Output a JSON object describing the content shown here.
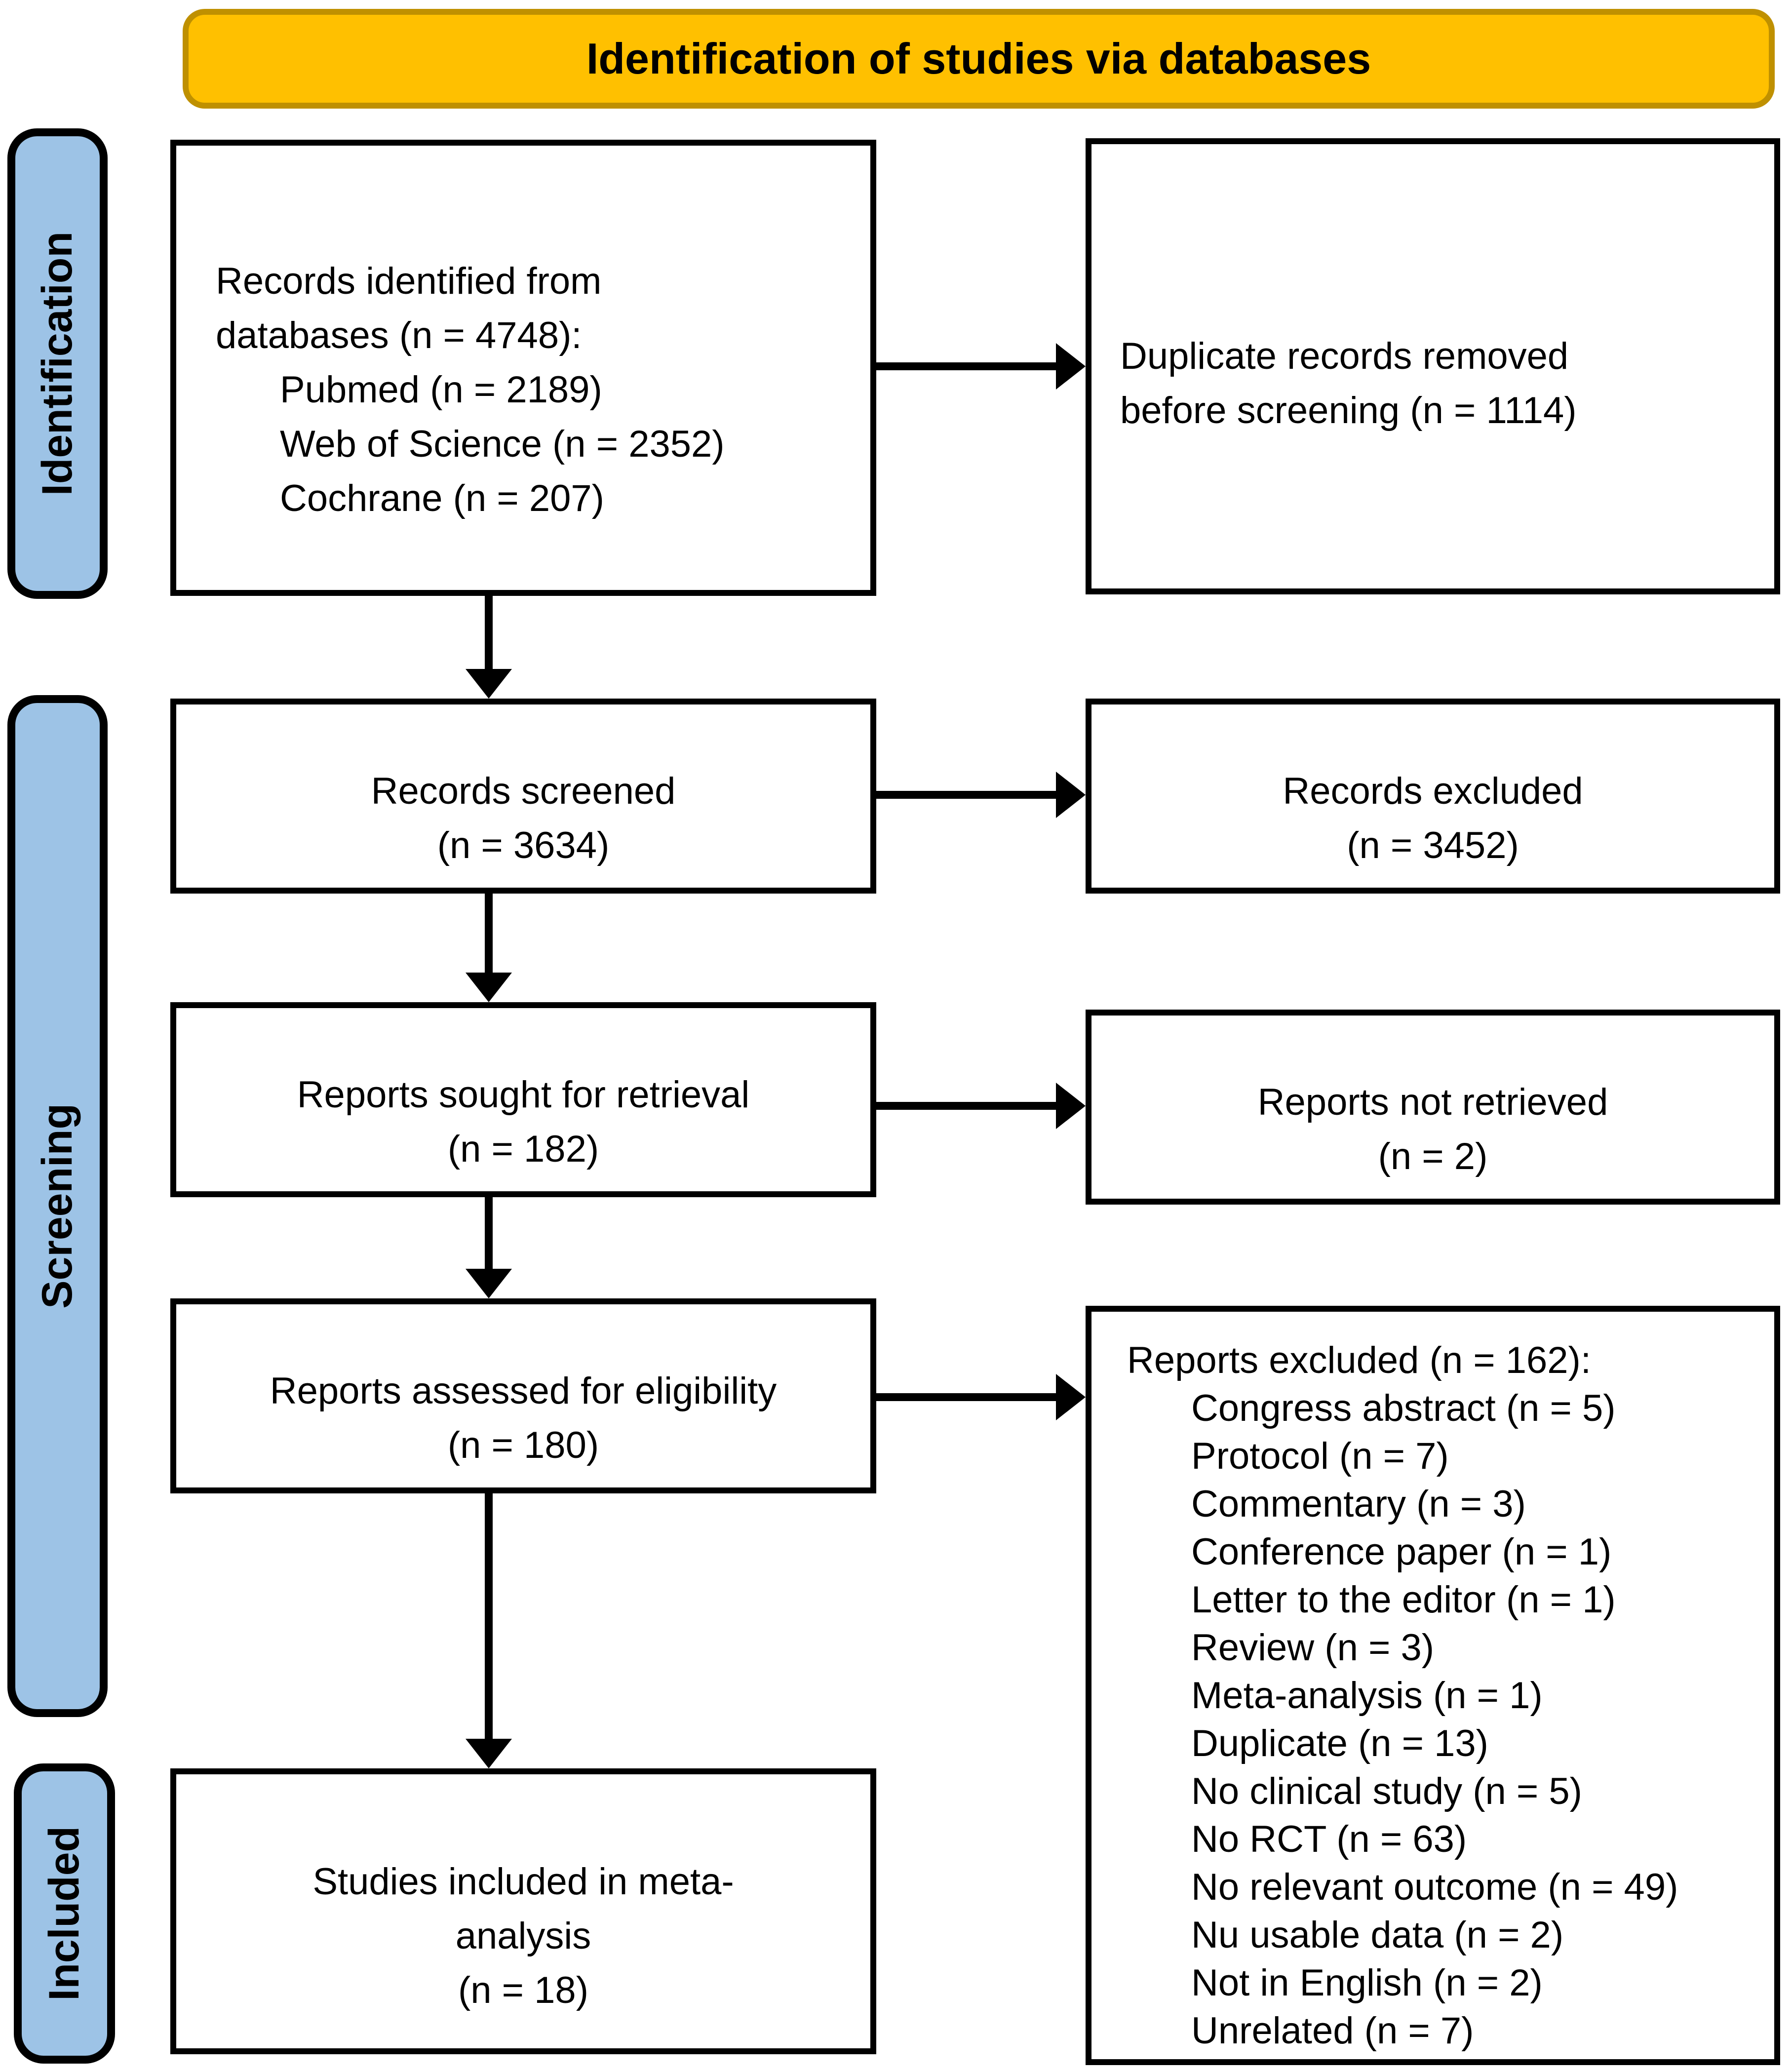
{
  "banner": {
    "label": "Identification of studies via databases"
  },
  "stages": {
    "identification": "Identification",
    "screening": "Screening",
    "included": "Included"
  },
  "boxes": {
    "records_identified": {
      "lines": [
        "Records identified from",
        "databases (n = 4748):"
      ],
      "items": [
        "Pubmed (n = 2189)",
        "Web of Science (n = 2352)",
        "Cochrane (n = 207)"
      ]
    },
    "duplicate_records_removed": {
      "lines": [
        "Duplicate records removed",
        "before screening (n = 1114)"
      ]
    },
    "records_screened": {
      "lines": [
        "Records screened",
        "(n = 3634)"
      ]
    },
    "records_excluded": {
      "lines": [
        "Records excluded",
        "(n = 3452)"
      ]
    },
    "reports_sought": {
      "lines": [
        "Reports sought for retrieval",
        "(n = 182)"
      ]
    },
    "reports_not_retrieved": {
      "lines": [
        "Reports not retrieved",
        "(n = 2)"
      ]
    },
    "reports_assessed": {
      "lines": [
        "Reports assessed for eligibility",
        "(n = 180)"
      ]
    },
    "reports_excluded": {
      "title": "Reports excluded (n = 162):",
      "items": [
        "Congress abstract (n = 5)",
        "Protocol (n = 7)",
        "Commentary (n = 3)",
        "Conference paper (n = 1)",
        "Letter to the editor (n = 1)",
        "Review (n = 3)",
        "Meta-analysis (n = 1)",
        "Duplicate (n = 13)",
        "No clinical study (n = 5)",
        "No RCT (n = 63)",
        "No relevant outcome (n = 49)",
        "Nu usable data (n = 2)",
        "Not in English (n = 2)",
        "Unrelated (n = 7)"
      ]
    },
    "studies_included": {
      "lines": [
        "Studies included in meta-",
        "analysis",
        "(n = 18)"
      ]
    }
  },
  "colors": {
    "banner_fill": "#FFC000",
    "banner_border": "#BF9000",
    "stage_fill": "#9DC3E6",
    "stage_border": "#000000",
    "box_fill": "#FFFFFF",
    "box_border": "#000000",
    "arrow_color": "#000000",
    "text_color": "#000000"
  }
}
